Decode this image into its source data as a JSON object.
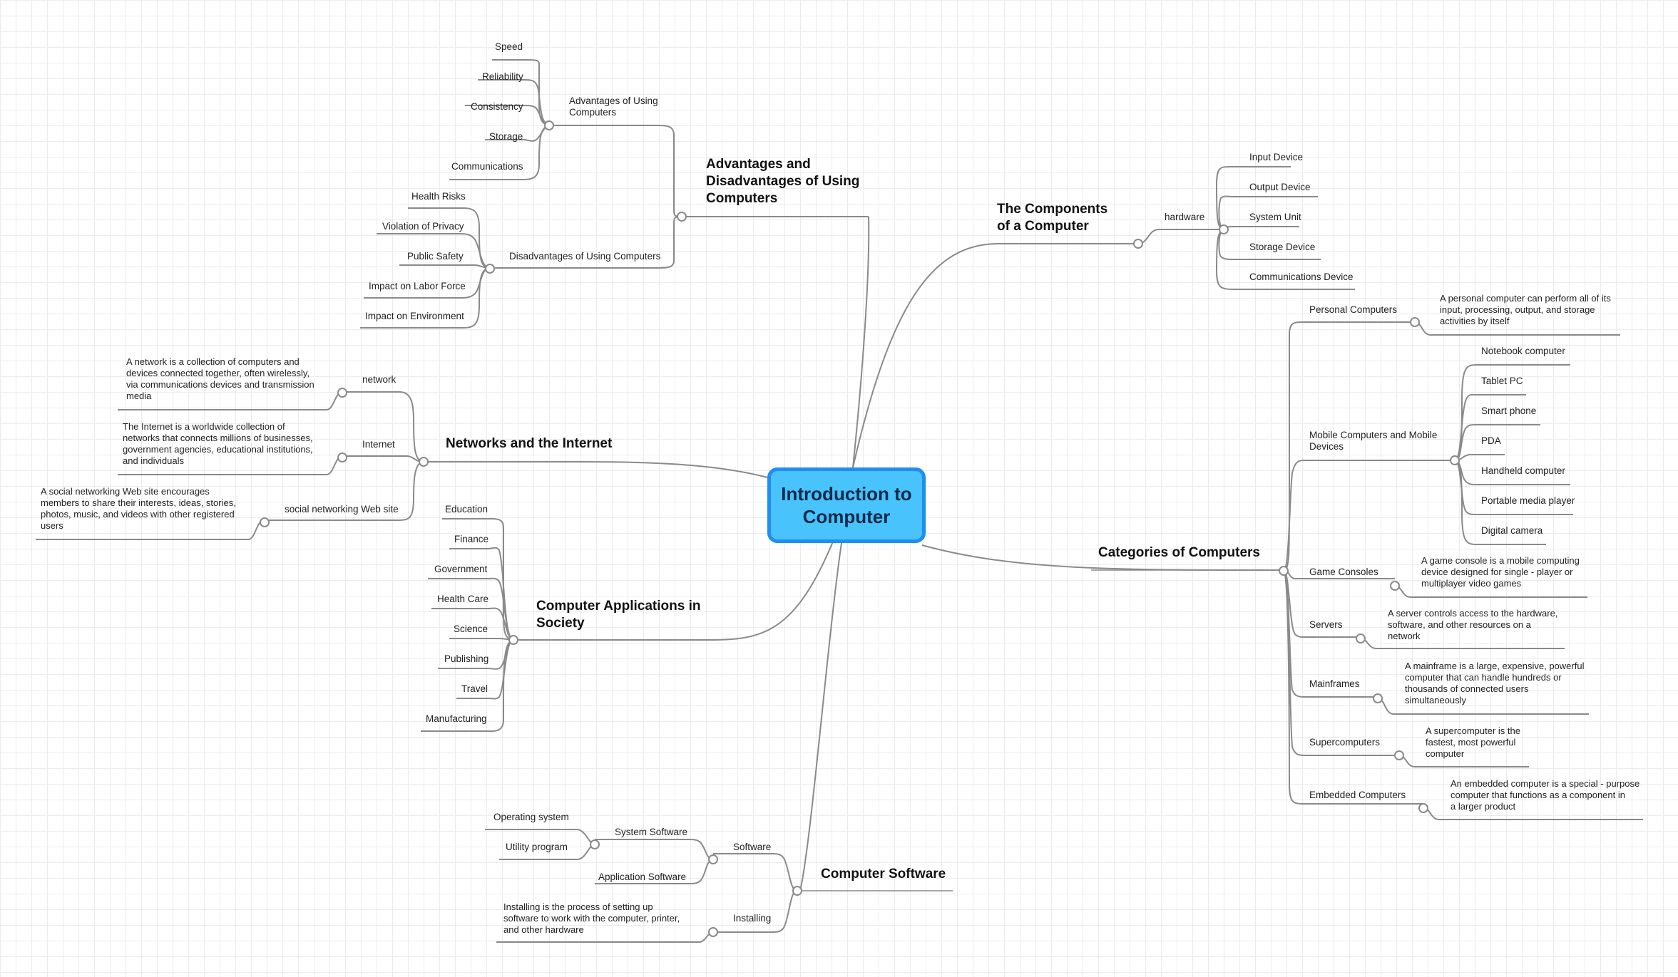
{
  "central_topic": "Introduction to\nComputer",
  "branches": {
    "advantages": {
      "title": [
        "Advantages and",
        "Disadvantages of Using",
        "Computers"
      ],
      "groups": [
        {
          "label": [
            "Advantages of Using",
            "Computers"
          ],
          "items": [
            "Speed",
            "Reliability",
            "Consistency",
            "Storage",
            "Communications"
          ]
        },
        {
          "label": [
            "Disadvantages of Using Computers"
          ],
          "items": [
            "Health Risks",
            "Violation of Privacy",
            "Public Safety",
            "Impact on Labor Force",
            "Impact on Environment"
          ]
        }
      ]
    },
    "networks": {
      "title": [
        "Networks and the Internet"
      ],
      "groups": [
        {
          "label": "network",
          "description": [
            "A network is a collection of computers and",
            "devices connected together, often wirelessly,",
            "via communications devices and transmission",
            "media"
          ]
        },
        {
          "label": "Internet",
          "description": [
            "The Internet is a worldwide collection of",
            "networks that connects millions of businesses,",
            "government agencies, educational institutions,",
            "and individuals"
          ]
        },
        {
          "label": "social networking Web site",
          "description": [
            "A social networking Web site encourages",
            "members to share their interests, ideas, stories,",
            "photos, music, and videos with other registered",
            "users"
          ]
        }
      ]
    },
    "applications": {
      "title": [
        "Computer Applications in",
        "Society"
      ],
      "items": [
        "Education",
        "Finance",
        "Government",
        "Health Care",
        "Science",
        "Publishing",
        "Travel",
        "Manufacturing"
      ]
    },
    "software": {
      "title": [
        "Computer Software"
      ],
      "software_label": "Software",
      "system_label": "System Software",
      "system_items": [
        "Operating system",
        "Utility program"
      ],
      "application_label": "Application Software",
      "installing_label": "Installing",
      "installing_description": [
        "Installing is the process of setting up",
        "software to work with the computer, printer,",
        "and other hardware"
      ]
    },
    "components": {
      "title": [
        "The Components",
        "of a Computer"
      ],
      "hardware_label": "hardware",
      "items": [
        "Input Device",
        "Output Device",
        "System Unit",
        "Storage Device",
        "Communications Device"
      ]
    },
    "categories": {
      "title": [
        "Categories of Computers"
      ],
      "personal": {
        "label": "Personal Computers",
        "description": [
          "A personal computer can perform all of its",
          "input, processing, output, and storage",
          "activities by itself"
        ]
      },
      "mobile": {
        "label": [
          "Mobile Computers and Mobile",
          "Devices"
        ],
        "items": [
          "Notebook computer",
          "Tablet PC",
          "Smart phone",
          "PDA",
          "Handheld computer",
          "Portable media player",
          "Digital camera"
        ]
      },
      "game": {
        "label": "Game Consoles",
        "description": [
          "A game console is a mobile computing",
          "device designed for single - player or",
          "multiplayer video games"
        ]
      },
      "servers": {
        "label": "Servers",
        "description": [
          "A server controls access to the hardware,",
          "software, and other resources on a",
          "network"
        ]
      },
      "mainframes": {
        "label": "Mainframes",
        "description": [
          "A mainframe is a large, expensive, powerful",
          "computer that can handle hundreds or",
          "thousands of connected users",
          "simultaneously"
        ]
      },
      "supercomputers": {
        "label": "Supercomputers",
        "description": [
          "A supercomputer is the",
          "fastest, most powerful",
          "computer"
        ]
      },
      "embedded": {
        "label": "Embedded Computers",
        "description": [
          "An embedded computer is a special - purpose",
          "computer that functions as a component in",
          "a larger product"
        ]
      }
    }
  }
}
